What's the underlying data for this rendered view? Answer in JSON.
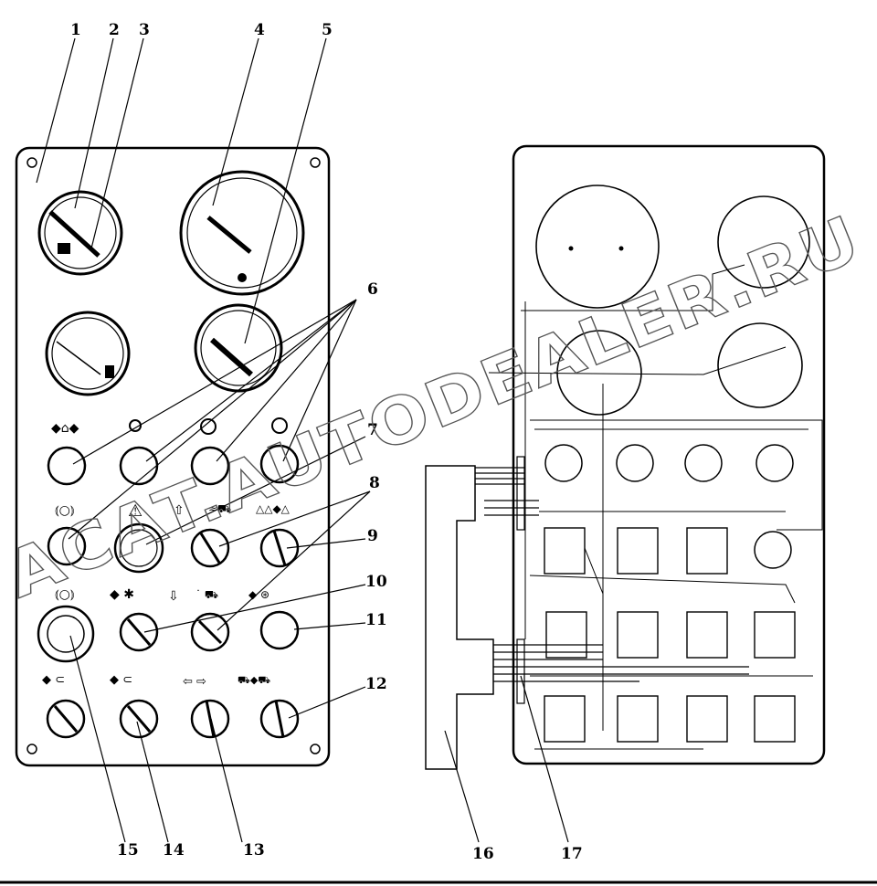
{
  "callouts": [
    "1",
    "2",
    "3",
    "4",
    "5",
    "6",
    "7",
    "8",
    "9",
    "10",
    "11",
    "12",
    "13",
    "14",
    "15",
    "16",
    "17"
  ],
  "watermark": "ACAT.AUTODEALER.RU"
}
